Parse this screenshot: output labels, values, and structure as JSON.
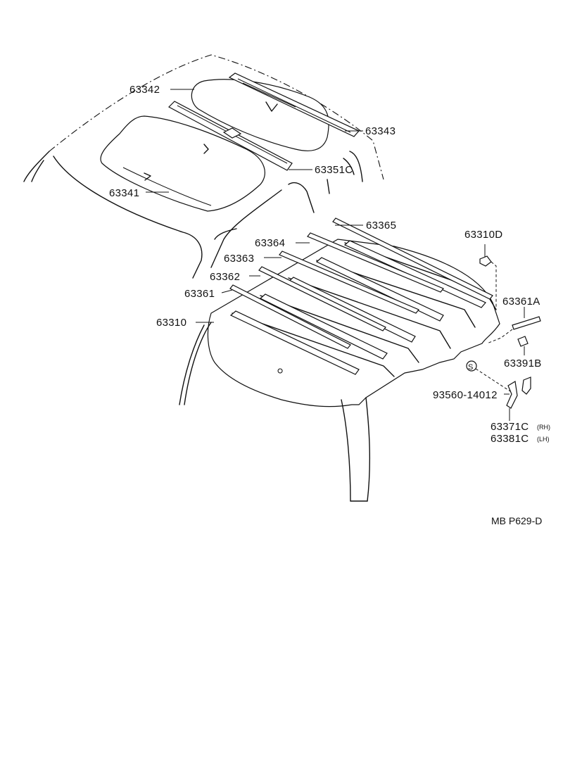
{
  "diagram": {
    "parts": {
      "p63342": "63342",
      "p63343": "63343",
      "p63351C": "63351C",
      "p63341": "63341",
      "p63365": "63365",
      "p63310D": "63310D",
      "p63364": "63364",
      "p63363": "63363",
      "p63362": "63362",
      "p63361A": "63361A",
      "p63361": "63361",
      "p63310": "63310",
      "p63391B": "63391B",
      "p93560": "93560-14012",
      "p63371C": "63371C",
      "p63371C_side": "(RH)",
      "p63381C": "63381C",
      "p63381C_side": "(LH)"
    },
    "screw_symbol": "S",
    "figure_code": "MB P629-D"
  }
}
